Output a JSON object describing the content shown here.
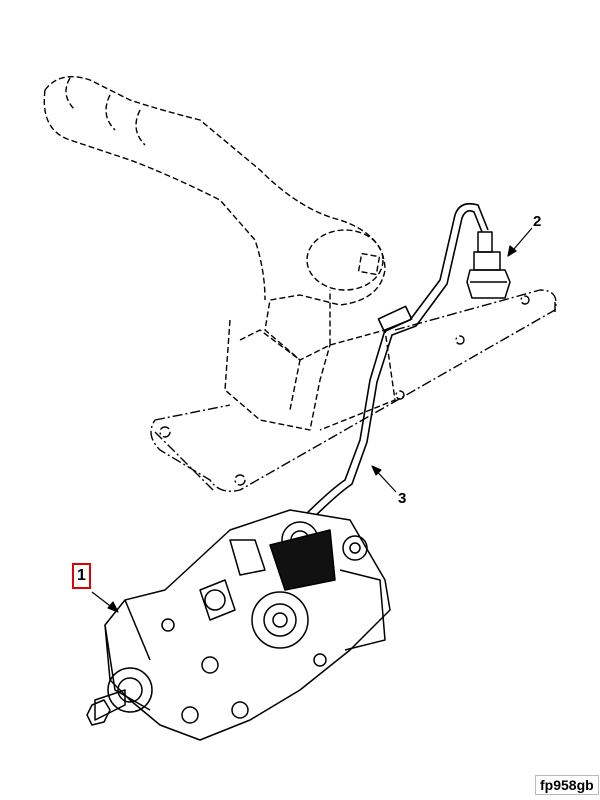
{
  "callouts": [
    {
      "number": "1",
      "highlighted": true,
      "highlight_color": "#e00000"
    },
    {
      "number": "2",
      "highlighted": false
    },
    {
      "number": "3",
      "highlighted": false
    }
  ],
  "figure_id": "fp958gb"
}
